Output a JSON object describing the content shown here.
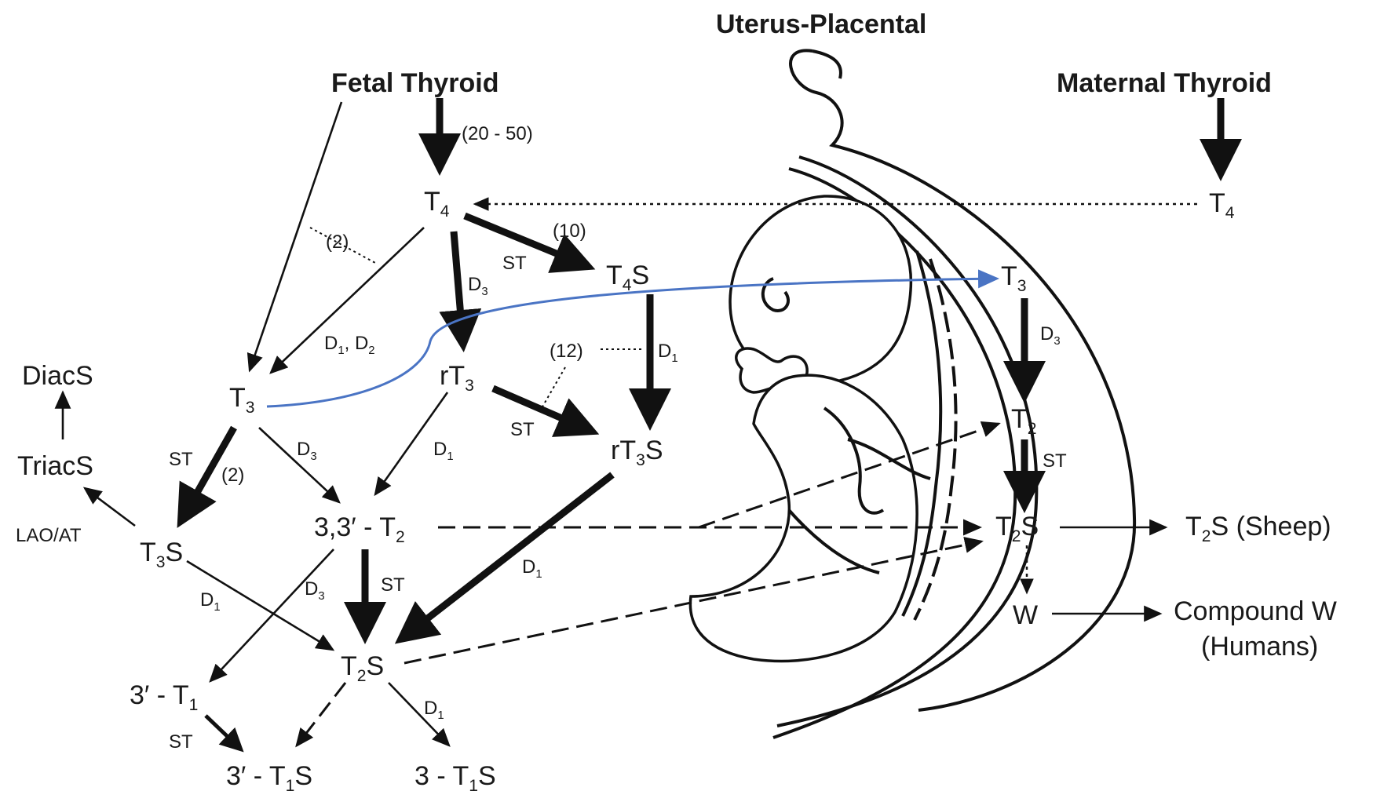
{
  "titles": {
    "uterus": "Uterus-Placental",
    "fetal": "Fetal Thyroid",
    "maternal": "Maternal Thyroid"
  },
  "nodes": {
    "fetal_t4": {
      "main": "T",
      "sub": "4",
      "tail": ""
    },
    "t4s": {
      "main": "T",
      "sub": "4",
      "tail": "S"
    },
    "fetal_t3": {
      "main": "T",
      "sub": "3",
      "tail": ""
    },
    "rt3": {
      "main": "rT",
      "sub": "3",
      "tail": ""
    },
    "rt3s": {
      "main": "rT",
      "sub": "3",
      "tail": "S"
    },
    "t3s": {
      "main": "T",
      "sub": "3",
      "tail": "S"
    },
    "t2_33": {
      "main": "3,3′ - T",
      "sub": "2",
      "tail": ""
    },
    "t2s_fetal": {
      "main": "T",
      "sub": "2",
      "tail": "S"
    },
    "t1_3p": {
      "main": "3′ - T",
      "sub": "1",
      "tail": ""
    },
    "t1s_3p": {
      "main": "3′ - T",
      "sub": "1",
      "tail": "S"
    },
    "t1s_3": {
      "main": "3 - T",
      "sub": "1",
      "tail": "S"
    },
    "diacs": {
      "main": "DiacS",
      "sub": "",
      "tail": ""
    },
    "triacs": {
      "main": "TriacS",
      "sub": "",
      "tail": ""
    },
    "maternal_t4": {
      "main": "T",
      "sub": "4",
      "tail": ""
    },
    "placental_t3": {
      "main": "T",
      "sub": "3",
      "tail": ""
    },
    "placental_t2": {
      "main": "T",
      "sub": "2",
      "tail": ""
    },
    "placental_t2s": {
      "main": "T",
      "sub": "2",
      "tail": "S"
    },
    "w": {
      "main": "W",
      "sub": "",
      "tail": ""
    },
    "t2s_sheep": {
      "main": "T",
      "sub": "2",
      "tail": "S (Sheep)"
    },
    "compound_w": {
      "line1": "Compound W",
      "line2": "(Humans)"
    }
  },
  "labels": {
    "rate_20_50": "(20 - 50)",
    "rate_10": "(10)",
    "rate_2_a": "(2)",
    "rate_2_b": "(2)",
    "rate_12": "(12)",
    "st_t4": "ST",
    "st_rt3": "ST",
    "st_t3": "ST",
    "st_t2": "ST",
    "st_t1": "ST",
    "st_placenta": "ST",
    "lao_at": "LAO/AT",
    "d3_t4": {
      "main": "D",
      "sub": "3"
    },
    "d1d2": {
      "main": "D",
      "sub": "1",
      "mid": ", D",
      "sub2": "2"
    },
    "d1_t4s": {
      "main": "D",
      "sub": "1"
    },
    "d3_t3": {
      "main": "D",
      "sub": "3"
    },
    "d1_rt3": {
      "main": "D",
      "sub": "1"
    },
    "d1_t3s": {
      "main": "D",
      "sub": "1"
    },
    "d3_t2": {
      "main": "D",
      "sub": "3"
    },
    "d1_rt3s": {
      "main": "D",
      "sub": "1"
    },
    "d1_t2s": {
      "main": "D",
      "sub": "1"
    },
    "d3_placenta": {
      "main": "D",
      "sub": "3"
    }
  },
  "colors": {
    "ink": "#111111",
    "transfer_arrow": "#4a74c4"
  }
}
